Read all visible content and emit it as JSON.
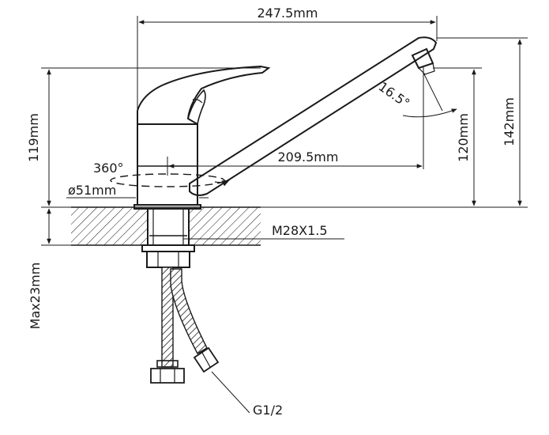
{
  "drawing": {
    "line_color": "#1a1a1a",
    "background": "#ffffff"
  },
  "dimensions": {
    "total_width": "247.5mm",
    "spout_reach": "209.5mm",
    "spout_angle": "16.5°",
    "rotation": "360°",
    "base_diameter": "ø51mm",
    "body_height": "119mm",
    "spout_height": "120mm",
    "total_height": "142mm",
    "thread": "M28X1.5",
    "max_mount": "Max23mm",
    "hose_connector": "G1/2"
  }
}
